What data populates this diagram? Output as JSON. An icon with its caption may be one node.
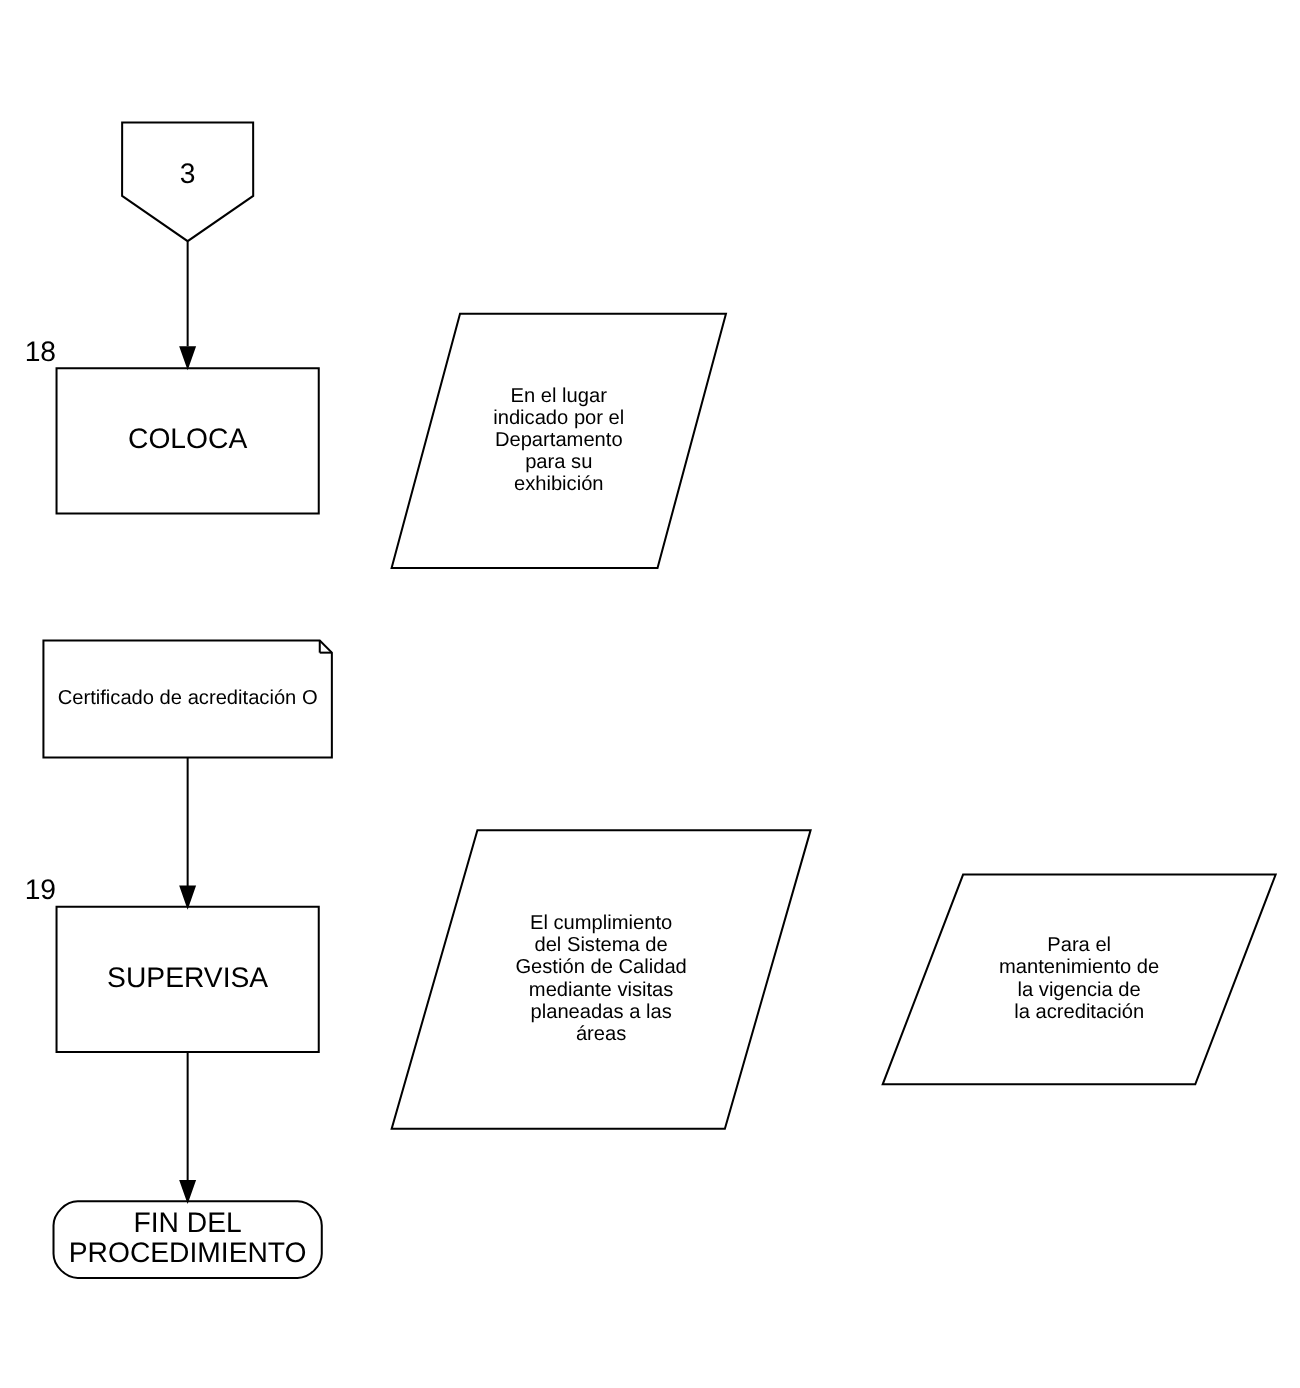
{
  "diagram": {
    "nodes": [
      {
        "text": [
          "3"
        ]
      },
      {
        "text": [
          "COLOCA"
        ],
        "beside": [
          "18"
        ]
      },
      {
        "text": [
          "Certificado de acreditación O"
        ]
      },
      {
        "text": [
          "En el lugar indicado por el Departamento para su exhibición"
        ]
      },
      {
        "text": [
          "SUPERVISA"
        ],
        "beside": [
          "19"
        ]
      },
      {
        "text": [
          "El cumplimiento del Sistema de Gestión de Calidad mediante visitas planeadas a las áreas"
        ]
      },
      {
        "text": [
          "Para el mantenimiento de la vigencia de la acreditación"
        ]
      },
      {
        "text": [
          "FIN DEL PROCEDIMIENTO"
        ]
      }
    ],
    "edges": [
      {
        "from": 0,
        "to": 1,
        "arrow": "to"
      },
      {
        "from": 2,
        "to": 4,
        "arrow": "to"
      },
      {
        "from": 4,
        "to": 7,
        "arrow": "to"
      }
    ]
  }
}
